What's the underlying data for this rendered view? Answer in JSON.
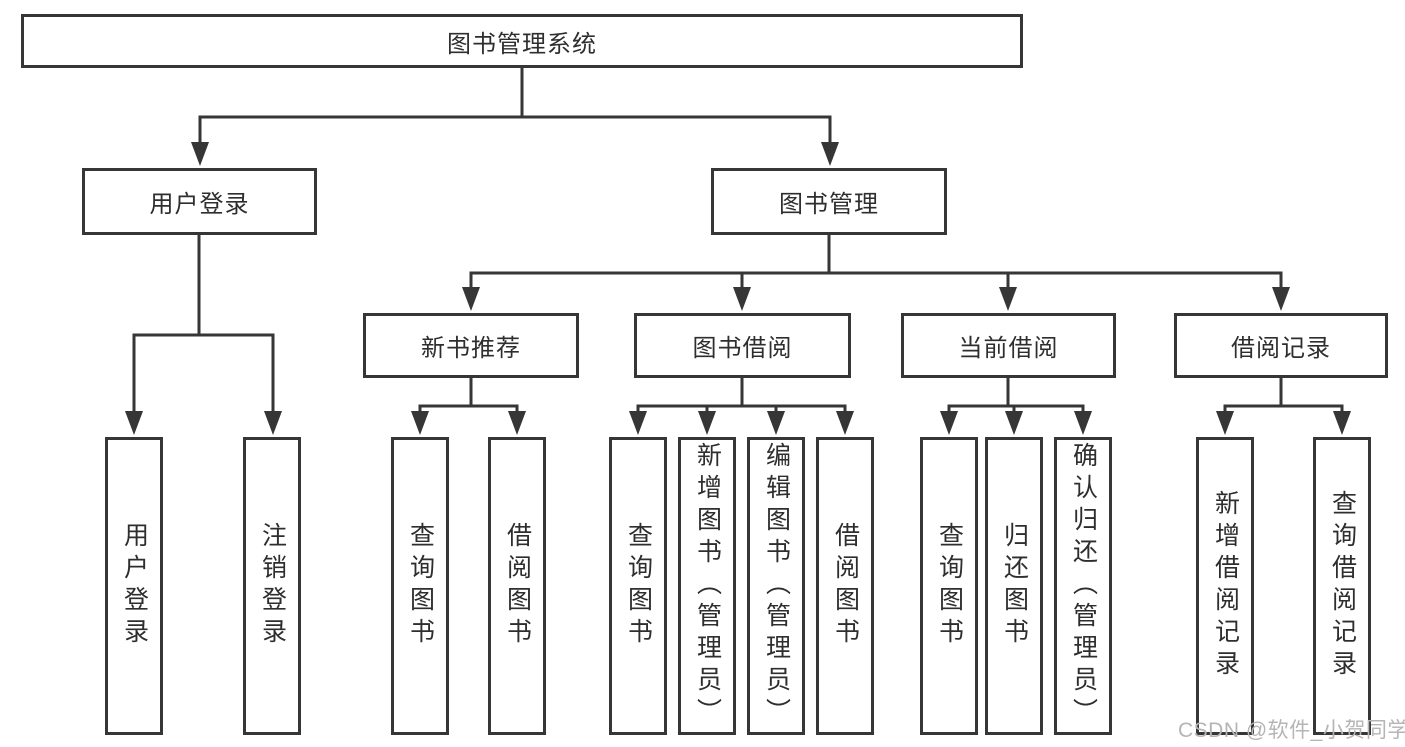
{
  "diagram": {
    "root": {
      "label": "图书管理系统"
    },
    "level2": [
      {
        "label": "用户登录",
        "children": [
          {
            "label": "用户登录"
          },
          {
            "label": "注销登录"
          }
        ]
      },
      {
        "label": "图书管理",
        "children": [
          {
            "label": "新书推荐",
            "children": [
              {
                "label": "查询图书"
              },
              {
                "label": "借阅图书"
              }
            ]
          },
          {
            "label": "图书借阅",
            "children": [
              {
                "label": "查询图书"
              },
              {
                "label": "新增图书（管理员）"
              },
              {
                "label": "编辑图书（管理员）"
              },
              {
                "label": "借阅图书"
              }
            ]
          },
          {
            "label": "当前借阅",
            "children": [
              {
                "label": "查询图书"
              },
              {
                "label": "归还图书"
              },
              {
                "label": "确认归还（管理员）"
              }
            ]
          },
          {
            "label": "借阅记录",
            "children": [
              {
                "label": "新增借阅记录"
              },
              {
                "label": "查询借阅记录"
              }
            ]
          }
        ]
      }
    ]
  },
  "watermark": {
    "text": "CSDN @软件_小贺同学"
  },
  "colors": {
    "line": "#363636",
    "box_border": "#363636",
    "text": "#2e2e2e",
    "watermark": "#b5b5b5",
    "background": "#ffffff"
  }
}
